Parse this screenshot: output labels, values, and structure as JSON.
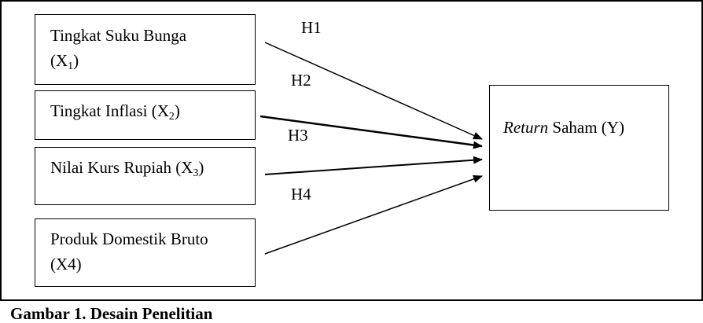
{
  "boxes": {
    "x1": {
      "line1": "Tingkat Suku Bunga",
      "line2_prefix": "(X",
      "line2_sub": "1",
      "line2_suffix": ")"
    },
    "x2": {
      "prefix": "Tingkat Inflasi (X",
      "sub": "2",
      "suffix": ")"
    },
    "x3": {
      "prefix": "Nilai Kurs Rupiah (X",
      "sub": "3",
      "suffix": ")"
    },
    "x4": {
      "line1": "Produk Domestik Bruto",
      "line2": "(X4)"
    },
    "y": {
      "italic": "Return",
      "rest": " Saham (Y)"
    }
  },
  "hypotheses": {
    "h1": "H1",
    "h2": "H2",
    "h3": "H3",
    "h4": "H4"
  },
  "caption": "Gambar 1. Desain Penelitian",
  "colors": {
    "stroke": "#000000",
    "background": "#ffffff"
  }
}
